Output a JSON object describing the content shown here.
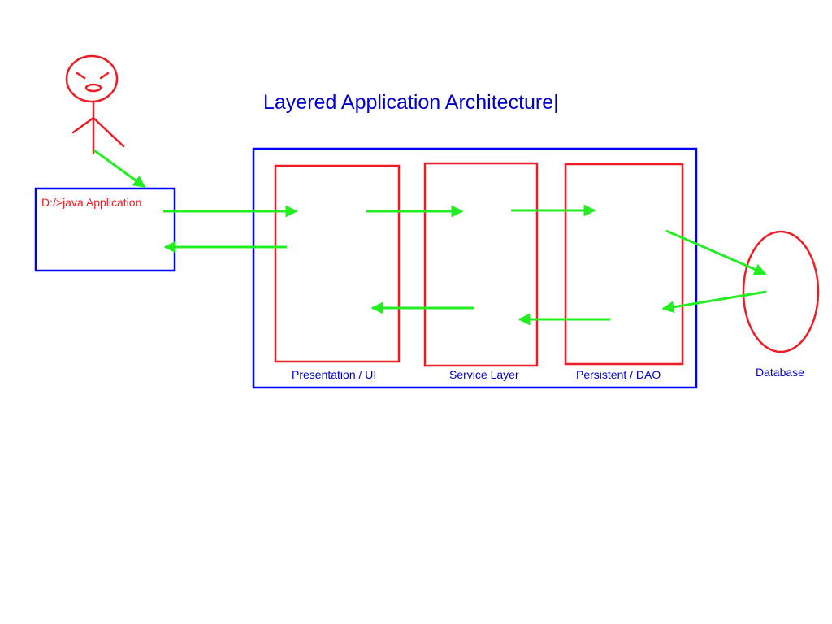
{
  "title": "Layered Application Architecture|",
  "client_box": {
    "label": "D:/>java Application"
  },
  "layers": [
    {
      "label": "Presentation / UI"
    },
    {
      "label": "Service Layer"
    },
    {
      "label": "Persistent / DAO"
    }
  ],
  "database": {
    "label": "Database"
  },
  "colors": {
    "title_text": "#0000cc",
    "container_border": "#0000ff",
    "layer_border": "#ee1c24",
    "figure_stroke": "#ee1c24",
    "arrow": "#22ee22",
    "client_label_text": "#ee1c24",
    "layer_label_text": "#0000cc",
    "database_label_text": "#0000cc"
  },
  "icons": {
    "actor": "stick-figure-user-icon"
  }
}
